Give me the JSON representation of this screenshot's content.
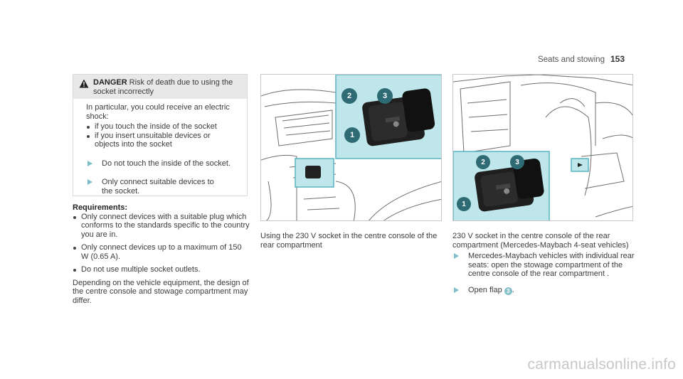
{
  "header": {
    "section": "Seats and stowing",
    "page_number": "153"
  },
  "danger": {
    "label": "DANGER",
    "title_line1": "Risk of death due to using the",
    "title_line2": "socket incorrectly",
    "intro": "In particular, you could receive an electric shock:",
    "bullets": [
      "if you touch the inside of the socket",
      "if you insert unsuitable devices or objects into the socket"
    ],
    "steps": [
      "Do not touch the inside of the socket.",
      "Only connect suitable devices to the socket."
    ]
  },
  "requirements": {
    "title": "Requirements:",
    "items": [
      "Only connect devices with a suitable plug which conforms to the standards specific to the country you are in.",
      "Only connect devices up to a maximum of 150 W (0.65 A).",
      "Do not use multiple socket outlets."
    ],
    "paragraph": "Depending on the vehicle equipment, the design of the centre console and stowage compartment may differ."
  },
  "image1": {
    "caption": "Using the 230 V socket in the centre console of the rear compartment",
    "callouts": [
      "1",
      "2",
      "3"
    ]
  },
  "image2": {
    "caption": "230 V socket in the centre console of the rear compartment (Mercedes-Maybach 4-seat vehicles)",
    "callouts": [
      "1",
      "2",
      "3"
    ]
  },
  "steps2": [
    {
      "text": "Mercedes-Maybach vehicles with individual rear seats: open the stowage compartment of the centre console of the rear compartment ."
    },
    {
      "text": "Open flap",
      "badge": "3",
      "suffix": "."
    }
  ],
  "watermark": "carmanualsonline.info",
  "colors": {
    "accent_teal": "#7bbdc9",
    "highlight_fill": "#bfe6ea",
    "highlight_border": "#5bb4bf",
    "callout": "#2f6b74"
  }
}
